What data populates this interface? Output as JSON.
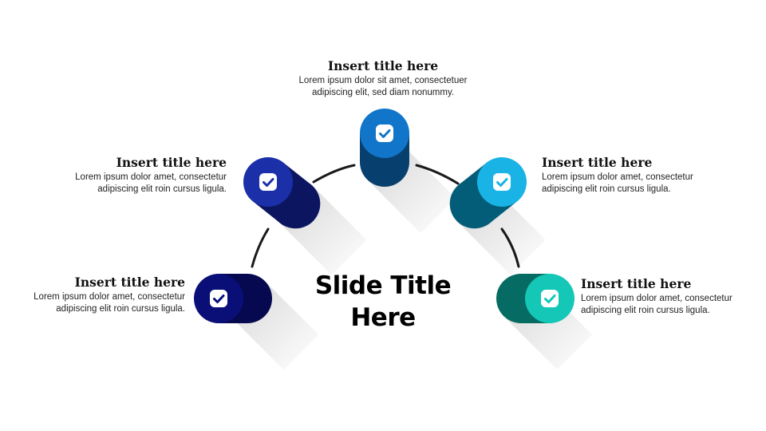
{
  "slide": {
    "title_line1": "Slide Title",
    "title_line2": "Here"
  },
  "items": [
    {
      "title": "Insert title here",
      "line1": "Lorem ipsum dolor amet, consectetur",
      "line2": "adipiscing  elit roin cursus ligula.",
      "icon": "check-icon",
      "face_color": "#0a0f78",
      "body_color": "#06094f"
    },
    {
      "title": "Insert title here",
      "line1": "Lorem ipsum dolor amet, consectetur",
      "line2": "adipiscing  elit roin cursus ligula.",
      "icon": "check-icon",
      "face_color": "#1b2fa8",
      "body_color": "#0c1660"
    },
    {
      "title": "Insert title here",
      "line1": "Lorem ipsum dolor sit amet, consectetuer",
      "line2": "adipiscing  elit, sed diam nonummy.",
      "icon": "check-icon",
      "face_color": "#1176c9",
      "body_color": "#07406f"
    },
    {
      "title": "Insert title here",
      "line1": "Lorem ipsum dolor amet, consectetur",
      "line2": "adipiscing  elit roin cursus ligula.",
      "icon": "check-icon",
      "face_color": "#19b3e6",
      "body_color": "#045d78"
    },
    {
      "title": "Insert title here",
      "line1": "Lorem ipsum dolor amet, consectetur",
      "line2": "adipiscing  elit roin cursus ligula.",
      "icon": "check-icon",
      "face_color": "#14c7b6",
      "body_color": "#066b62"
    }
  ]
}
